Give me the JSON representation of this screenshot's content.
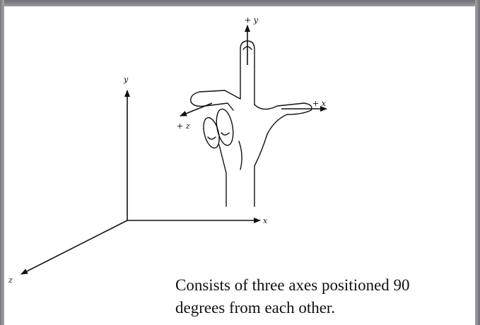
{
  "axes_diagram": {
    "y_label": "y",
    "x_label": "x",
    "z_label": "z"
  },
  "hand_diagram": {
    "plus_y_label": "+ y",
    "plus_x_label": "+ x",
    "plus_z_label": "+ z"
  },
  "caption": {
    "line1": "Consists of three axes positioned 90",
    "line2": "degrees from each other."
  }
}
